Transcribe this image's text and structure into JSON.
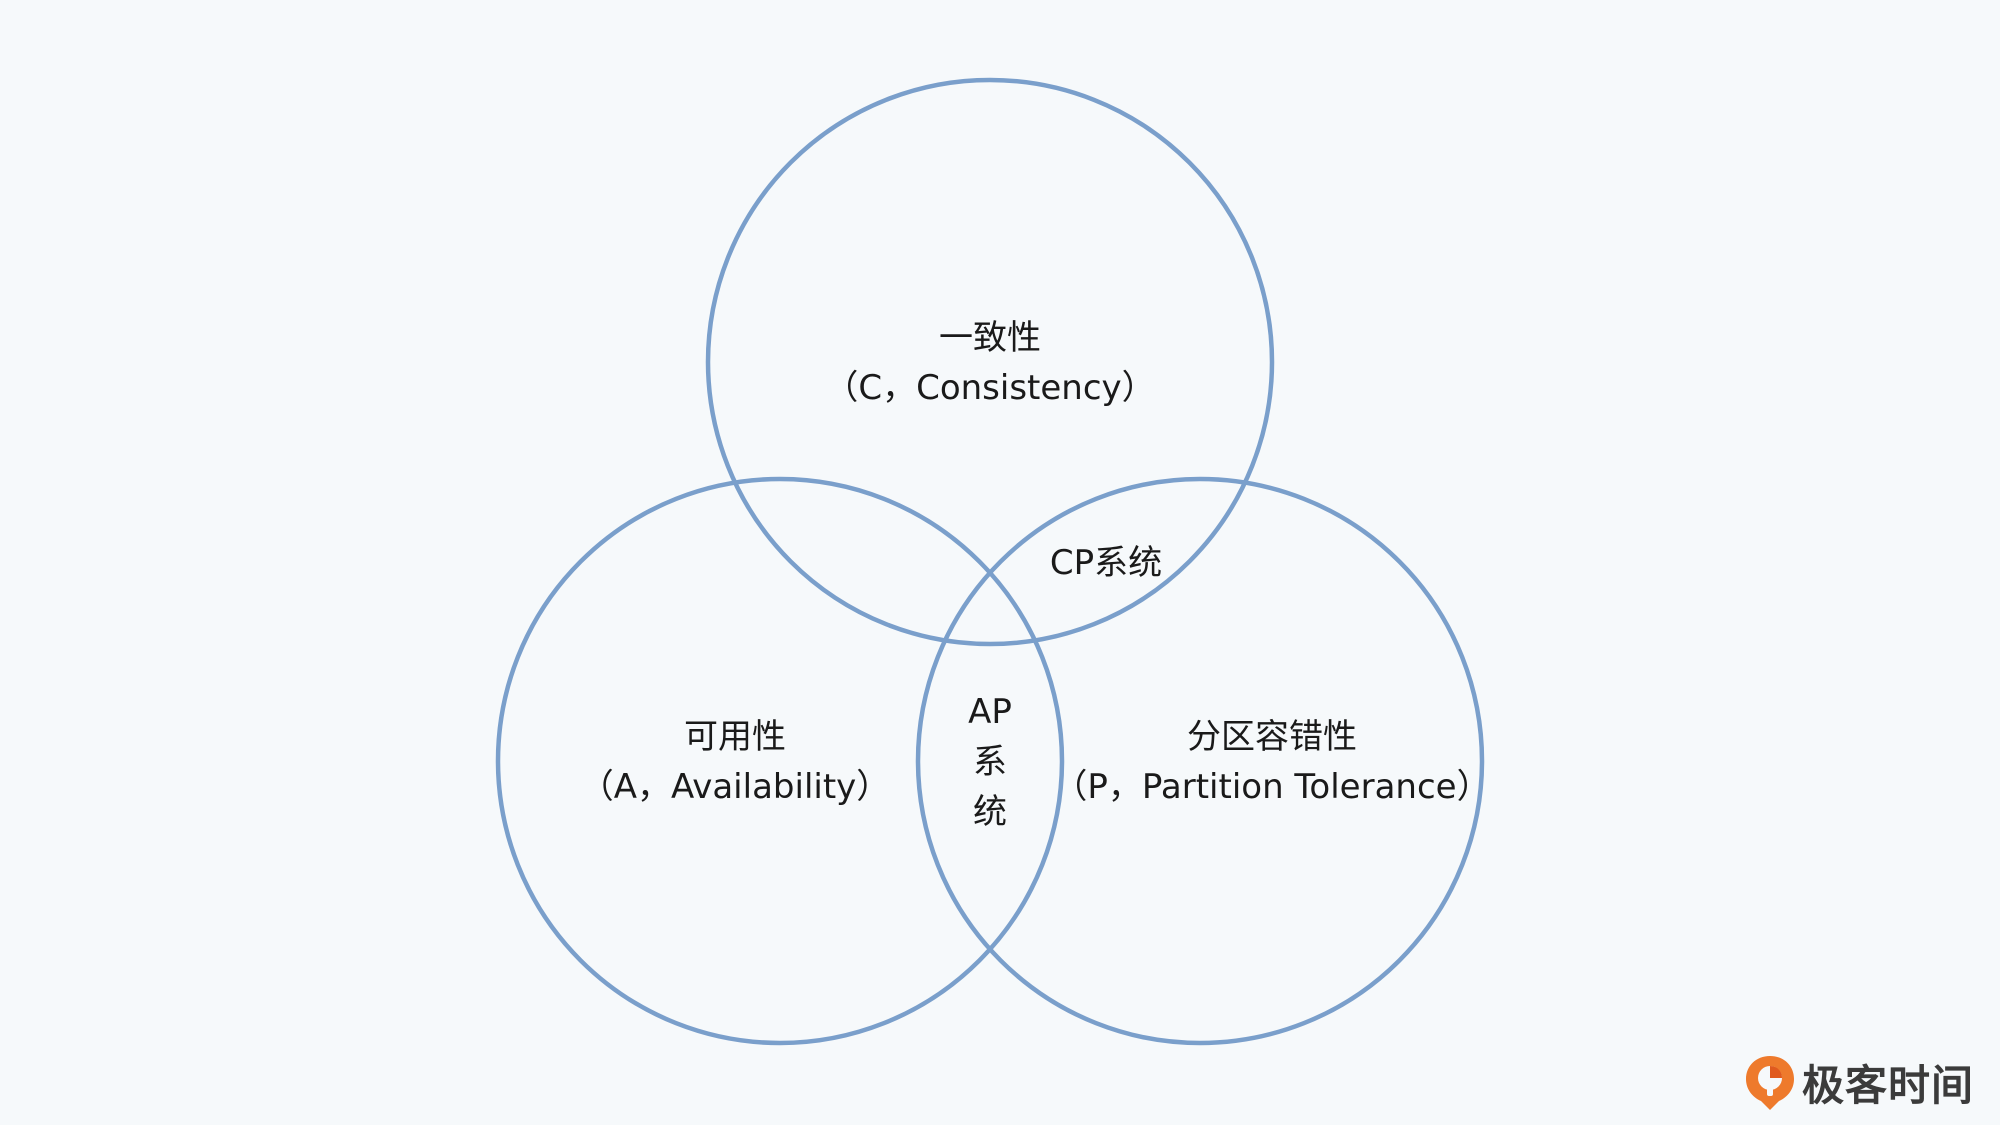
{
  "circles": {
    "consistency": {
      "title": "一致性",
      "subtitle": "（C，Consistency）"
    },
    "availability": {
      "title": "可用性",
      "subtitle": "（A，Availability）"
    },
    "partition": {
      "title": "分区容错性",
      "subtitle": "（P，Partition Tolerance）"
    }
  },
  "intersections": {
    "cp": "CP系统",
    "ap": [
      "AP",
      "系",
      "统"
    ]
  },
  "logo": {
    "text": "极客时间",
    "colors": [
      "#f08a32",
      "#e05a1e"
    ]
  },
  "colors": {
    "background": "#f6f9fb",
    "circle_stroke": "#7a9fcb",
    "text": "#1a1a1a"
  }
}
